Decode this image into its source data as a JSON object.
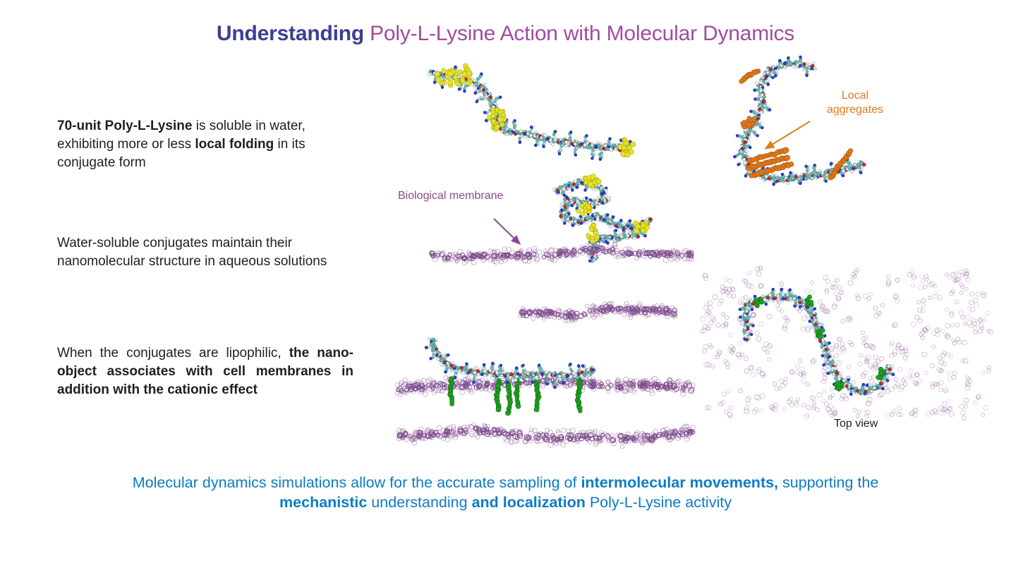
{
  "title": {
    "accent": "Understanding",
    "main": " Poly-L-Lysine Action with Molecular Dynamics"
  },
  "paragraphs": [
    {
      "segments": [
        {
          "text": "70-unit Poly-L-Lysine",
          "bold": true
        },
        {
          "text": " is soluble in water, exhibiting more or less "
        },
        {
          "text": "local folding",
          "bold": true
        },
        {
          "text": " in its conjugate form"
        }
      ]
    },
    {
      "segments": [
        {
          "text": "Water-soluble conjugates maintain their nanomolecular structure in aqueous solutions"
        }
      ]
    },
    {
      "segments": [
        {
          "text": "When the conjugates are lipophilic, "
        },
        {
          "text": "the nano-object associates with cell membranes in addition with the cationic effect",
          "bold": true
        }
      ]
    }
  ],
  "labels": {
    "biological_membrane": "Biological membrane",
    "local_aggregates": "Local aggregates",
    "top_view": "Top view"
  },
  "caption": {
    "segments": [
      {
        "text": "Molecular dynamics simulations allow for the accurate sampling of "
      },
      {
        "text": "intermolecular movements,",
        "bold": true
      },
      {
        "text": " supporting the "
      },
      {
        "text": "mechanistic",
        "bold": true
      },
      {
        "text": " understanding "
      },
      {
        "text": "and localization",
        "bold": true
      },
      {
        "text": " Poly-L-Lysine activity"
      }
    ]
  },
  "colors": {
    "title_accent": "#3C3D96",
    "title_main": "#A04CA0",
    "caption_text": "#0C7CC6",
    "membrane_label": "#8B4A8F",
    "aggregates_label": "#E07B1F",
    "body_text": "#1F1F1F",
    "atom_carbon": "#74BCBA",
    "atom_hydrogen": "#F2F2F2",
    "atom_nitrogen": "#2B3BD6",
    "atom_oxygen": "#D42020",
    "lipid_yellow": "#E6E22A",
    "aggregate_orange": "#E0791A",
    "alkyl_green": "#1FA01F",
    "membrane_purple": "#9B6BA5",
    "membrane_purple_dark": "#7B4B8A"
  }
}
